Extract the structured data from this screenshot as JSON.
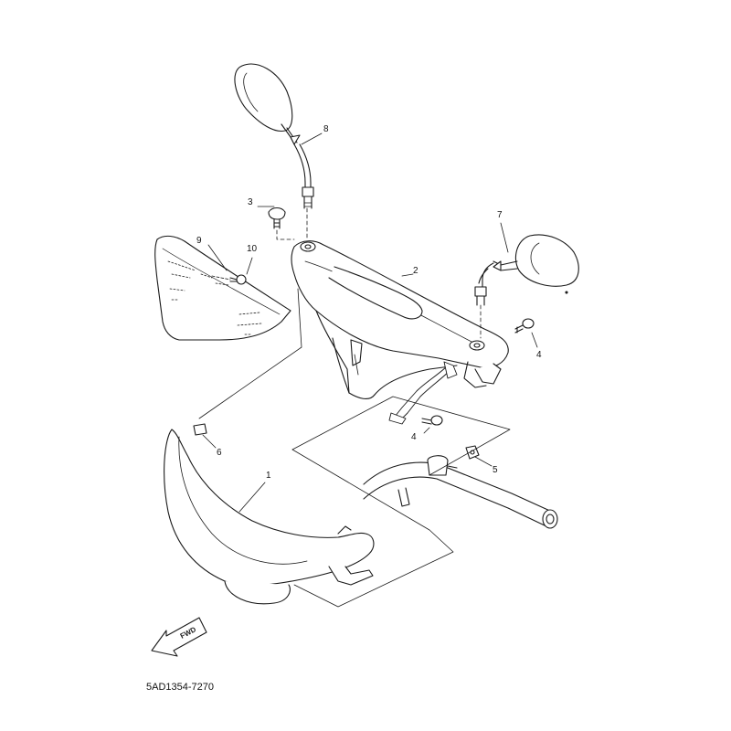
{
  "diagram": {
    "part_code": "5AD1354-7270",
    "fwd_label": "FWD",
    "callouts": [
      {
        "id": "1",
        "text": "1"
      },
      {
        "id": "2",
        "text": "2"
      },
      {
        "id": "3",
        "text": "3"
      },
      {
        "id": "4a",
        "text": "4"
      },
      {
        "id": "4b",
        "text": "4"
      },
      {
        "id": "5",
        "text": "5"
      },
      {
        "id": "6",
        "text": "6"
      },
      {
        "id": "7",
        "text": "7"
      },
      {
        "id": "8",
        "text": "8"
      },
      {
        "id": "9",
        "text": "9"
      },
      {
        "id": "10",
        "text": "10"
      }
    ]
  }
}
